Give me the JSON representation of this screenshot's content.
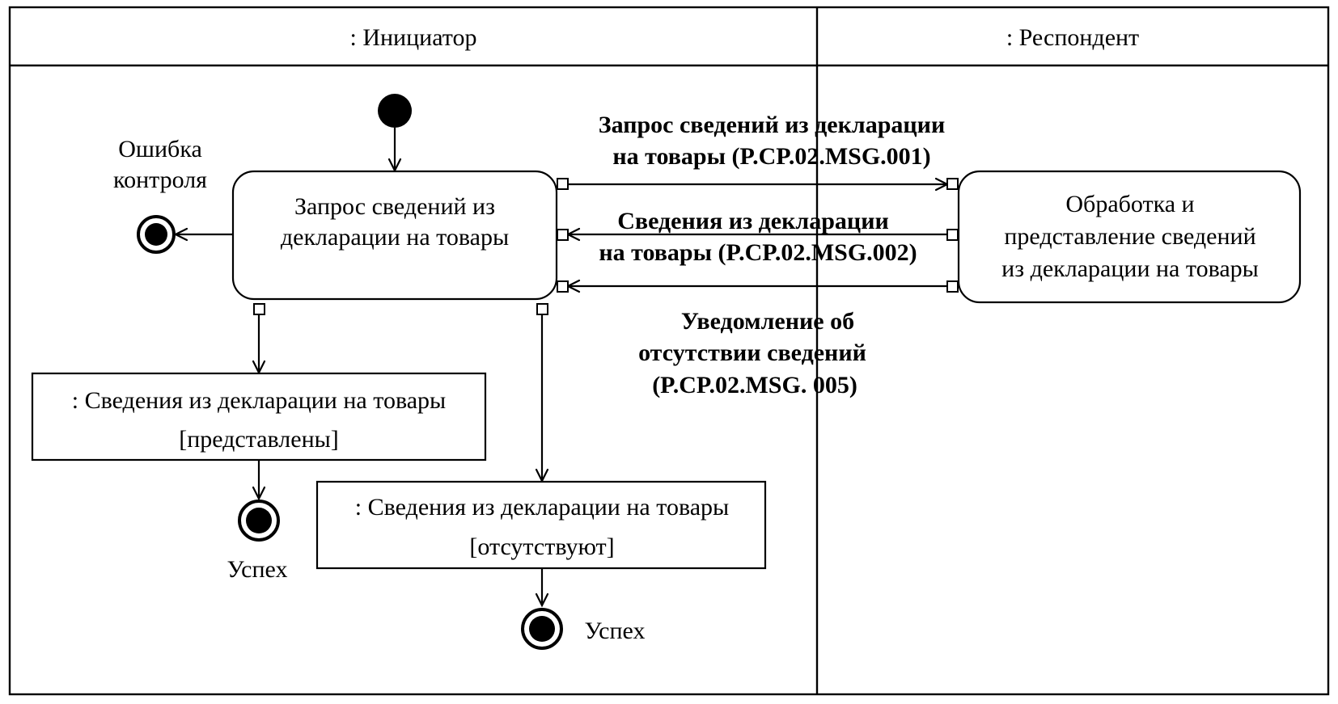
{
  "swimlanes": {
    "initiator": ": Инициатор",
    "respondent": ": Респондент"
  },
  "actions": {
    "request": [
      "Запрос сведений из",
      "декларации на товары"
    ],
    "process": [
      "Обработка и",
      "представление сведений",
      "из декларации на товары"
    ]
  },
  "messages": {
    "msg001": [
      "Запрос сведений из декларации",
      "на товары (P.CP.02.MSG.001)"
    ],
    "msg002": [
      "Сведения из декларации",
      "на товары (P.CP.02.MSG.002)"
    ],
    "msg005": [
      "Уведомление об",
      "отсутствии сведений",
      "(P.CP.02.MSG. 005)"
    ]
  },
  "objects": {
    "present": [
      ": Сведения из декларации на товары",
      "[представлены]"
    ],
    "absent": [
      ": Сведения из декларации на товары",
      "[отсутствуют]"
    ]
  },
  "end_states": {
    "control_error": [
      "Ошибка",
      "контроля"
    ],
    "success_1": "Успех",
    "success_2": "Успех"
  },
  "colors": {
    "line": "#000000",
    "background": "#ffffff"
  }
}
